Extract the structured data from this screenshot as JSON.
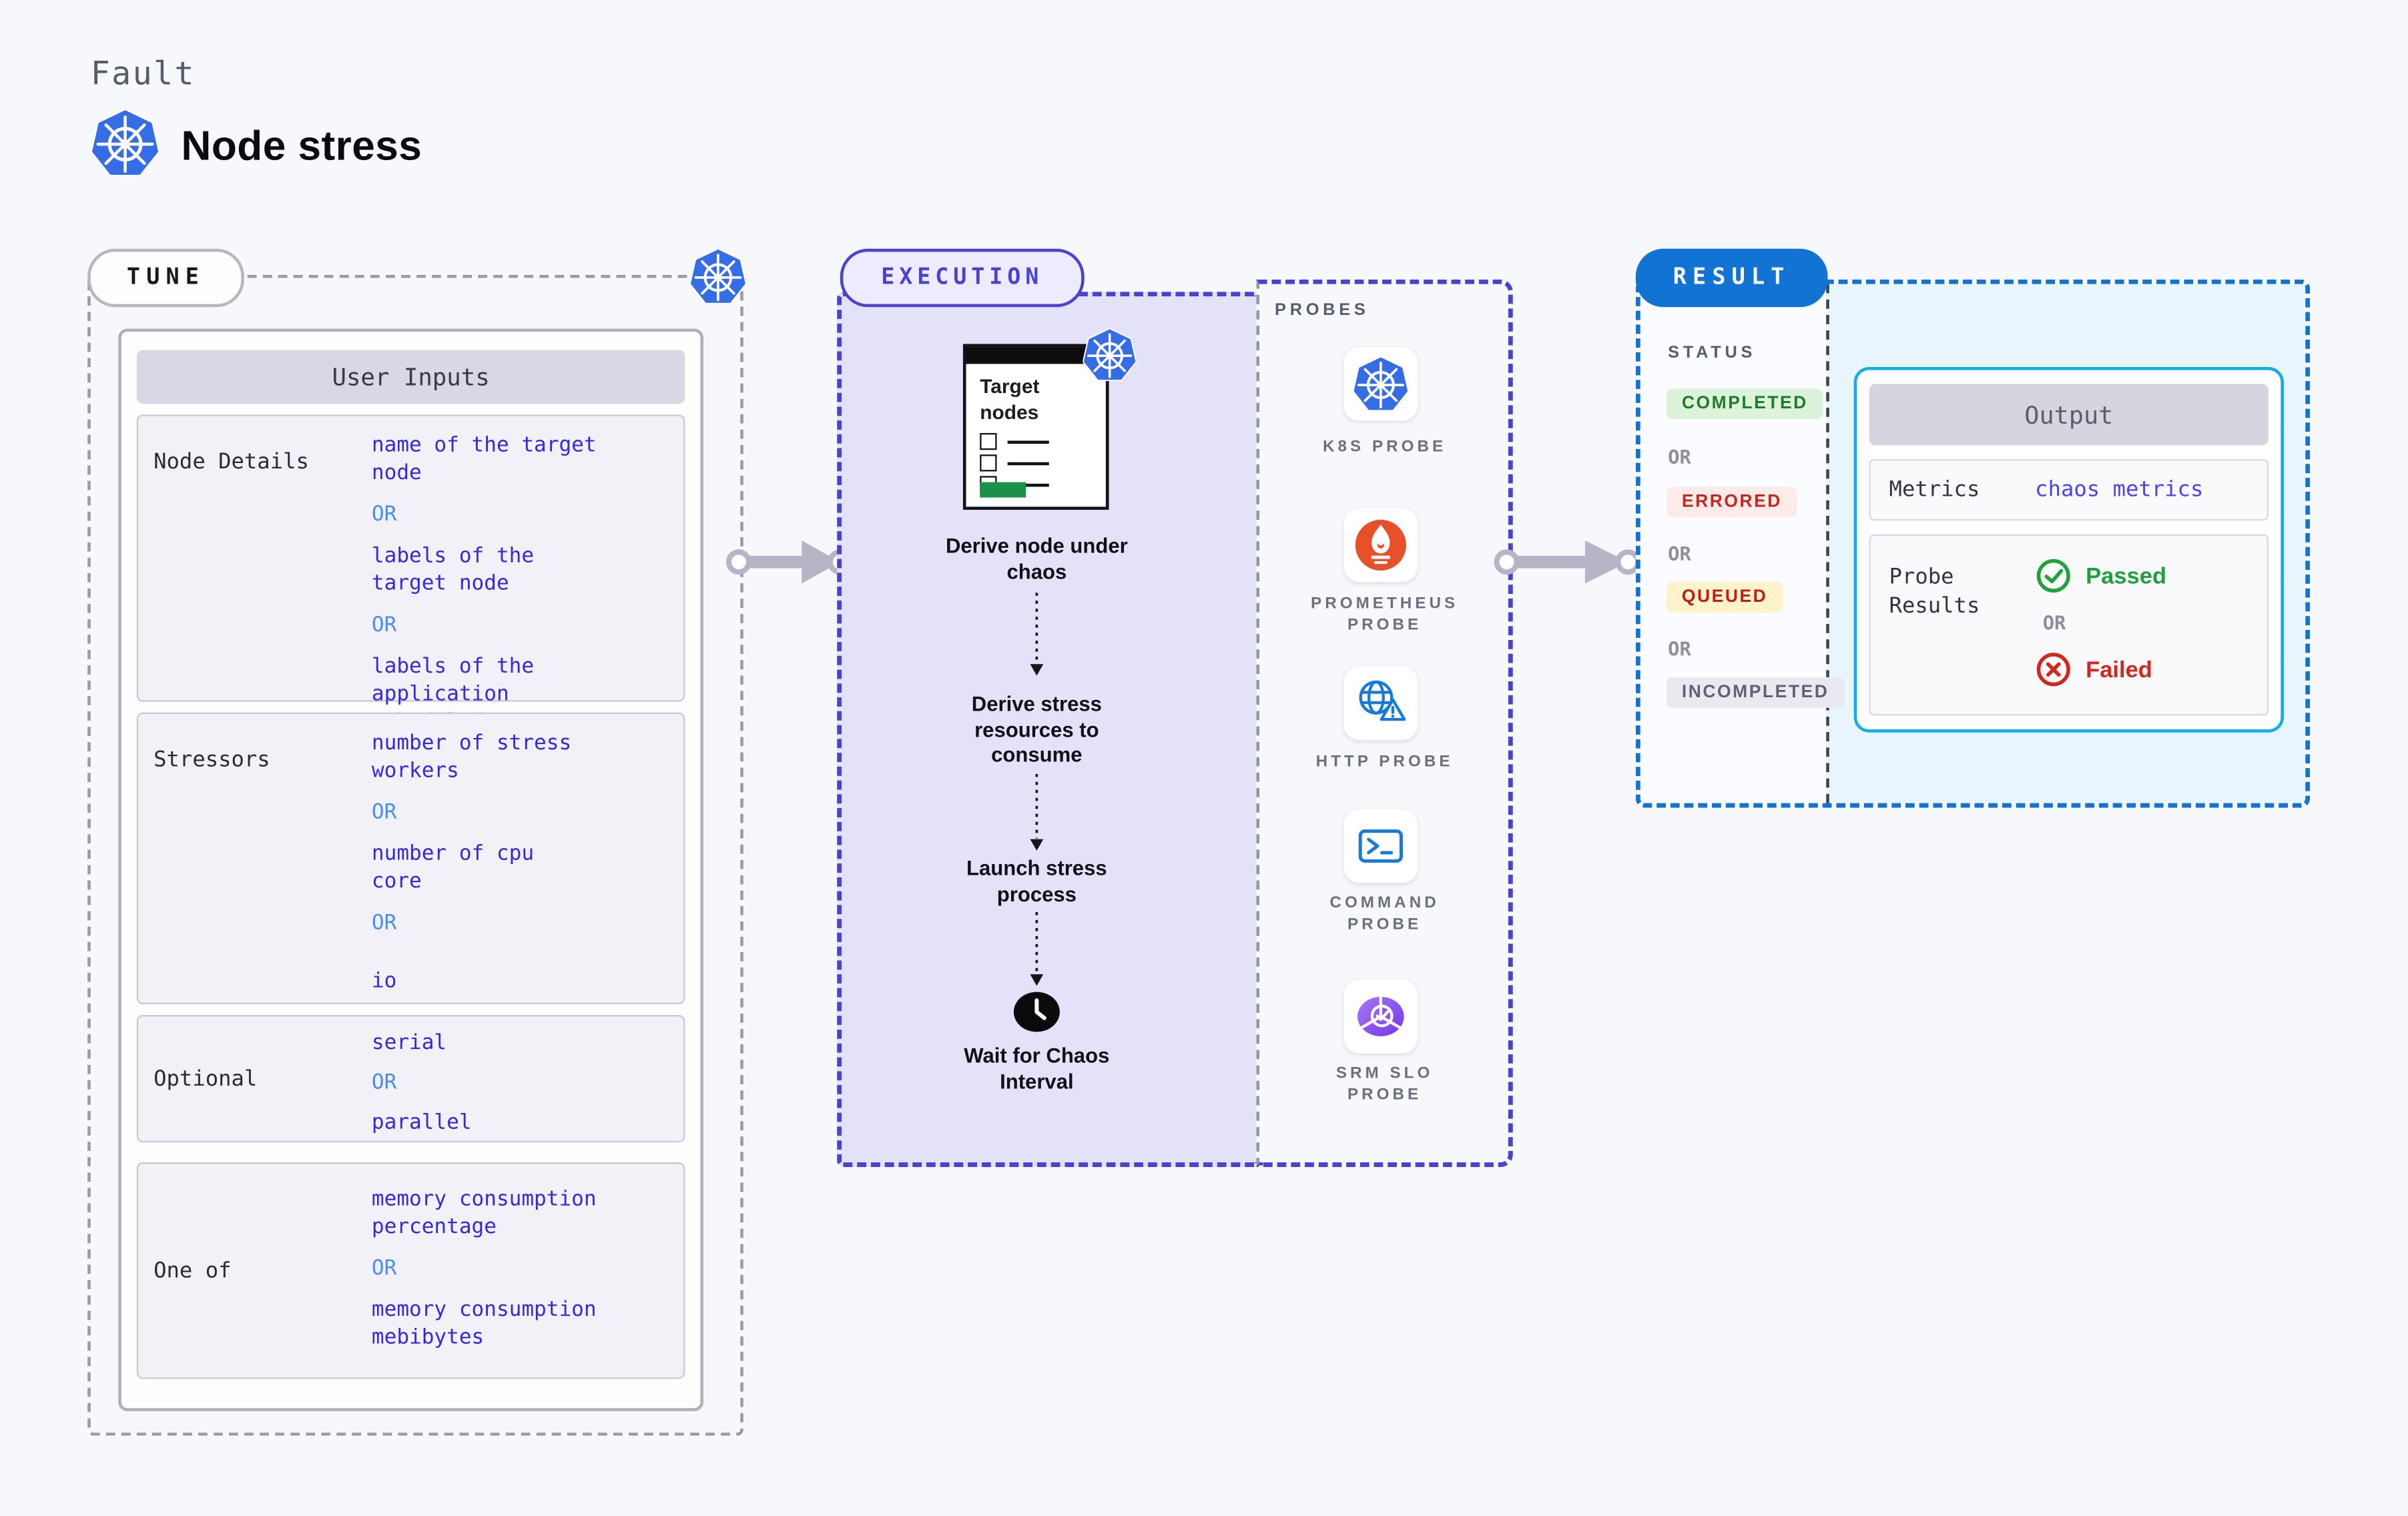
{
  "page": {
    "eyebrow": "Fault",
    "title": "Node stress"
  },
  "colors": {
    "page_bg": "#f7f8fb",
    "execution_fill": "#e4e2f8",
    "execution_border": "#4a43cf",
    "result_border": "#1273d2",
    "result_fill": "#e8f5fc",
    "output_border": "#14aee2",
    "value_blue": "#3528dd",
    "or_blue": "#4b8ef2",
    "kubernetes_blue": "#346de5",
    "prometheus_orange": "#e8502a",
    "success_green": "#1fa23c",
    "fail_red": "#d2271d",
    "queued_yellow": "#fdf3ca",
    "arrow_gray": "#b6b4c6"
  },
  "tune": {
    "badge": "TUNE",
    "panel_title": "User Inputs",
    "rows": [
      {
        "label": "Node Details",
        "items": [
          {
            "type": "value",
            "text": "name of the target\nnode"
          },
          {
            "type": "or",
            "text": "OR"
          },
          {
            "type": "value",
            "text": "labels of the\ntarget node"
          },
          {
            "type": "or",
            "text": "OR"
          },
          {
            "type": "value",
            "text": "labels of the application\n scheduled on target node"
          }
        ]
      },
      {
        "label": "Stressors",
        "items": [
          {
            "type": "value",
            "text": "number of stress\nworkers"
          },
          {
            "type": "or",
            "text": "OR"
          },
          {
            "type": "value",
            "text": "number of cpu\ncore"
          },
          {
            "type": "or",
            "text": "OR"
          },
          {
            "type": "value",
            "text": "io"
          }
        ]
      },
      {
        "label": "Optional",
        "items": [
          {
            "type": "value",
            "text": "serial"
          },
          {
            "type": "or",
            "text": "OR"
          },
          {
            "type": "value",
            "text": "parallel"
          }
        ]
      },
      {
        "label": "One of",
        "items": [
          {
            "type": "value",
            "text": "memory consumption\npercentage"
          },
          {
            "type": "or",
            "text": "OR"
          },
          {
            "type": "value",
            "text": "memory consumption\nmebibytes"
          }
        ]
      }
    ]
  },
  "execution": {
    "badge": "EXECUTION",
    "target_card_title": "Target\nnodes",
    "steps": [
      "Derive node under\nchaos",
      "Derive stress\nresources to\nconsume",
      "Launch stress\nprocess"
    ],
    "wait_step": "Wait for Chaos\nInterval"
  },
  "probes": {
    "heading": "PROBES",
    "items": [
      {
        "icon": "k8s-probe-icon",
        "label": "K8S PROBE"
      },
      {
        "icon": "prometheus-probe-icon",
        "label": "PROMETHEUS\nPROBE"
      },
      {
        "icon": "http-probe-icon",
        "label": "HTTP PROBE"
      },
      {
        "icon": "command-probe-icon",
        "label": "COMMAND\nPROBE"
      },
      {
        "icon": "srm-slo-probe-icon",
        "label": "SRM SLO\nPROBE"
      }
    ]
  },
  "result": {
    "badge": "RESULT",
    "status_heading": "STATUS",
    "or_label": "OR",
    "statuses": [
      {
        "label": "COMPLETED",
        "kind": "success"
      },
      {
        "label": "ERRORED",
        "kind": "error"
      },
      {
        "label": "QUEUED",
        "kind": "queued"
      },
      {
        "label": "INCOMPLETED",
        "kind": "neutral"
      }
    ],
    "output": {
      "title": "Output",
      "metrics_label": "Metrics",
      "metrics_value": "chaos metrics",
      "probe_results_label": "Probe\nResults",
      "passed_label": "Passed",
      "or_label": "OR",
      "failed_label": "Failed"
    }
  }
}
